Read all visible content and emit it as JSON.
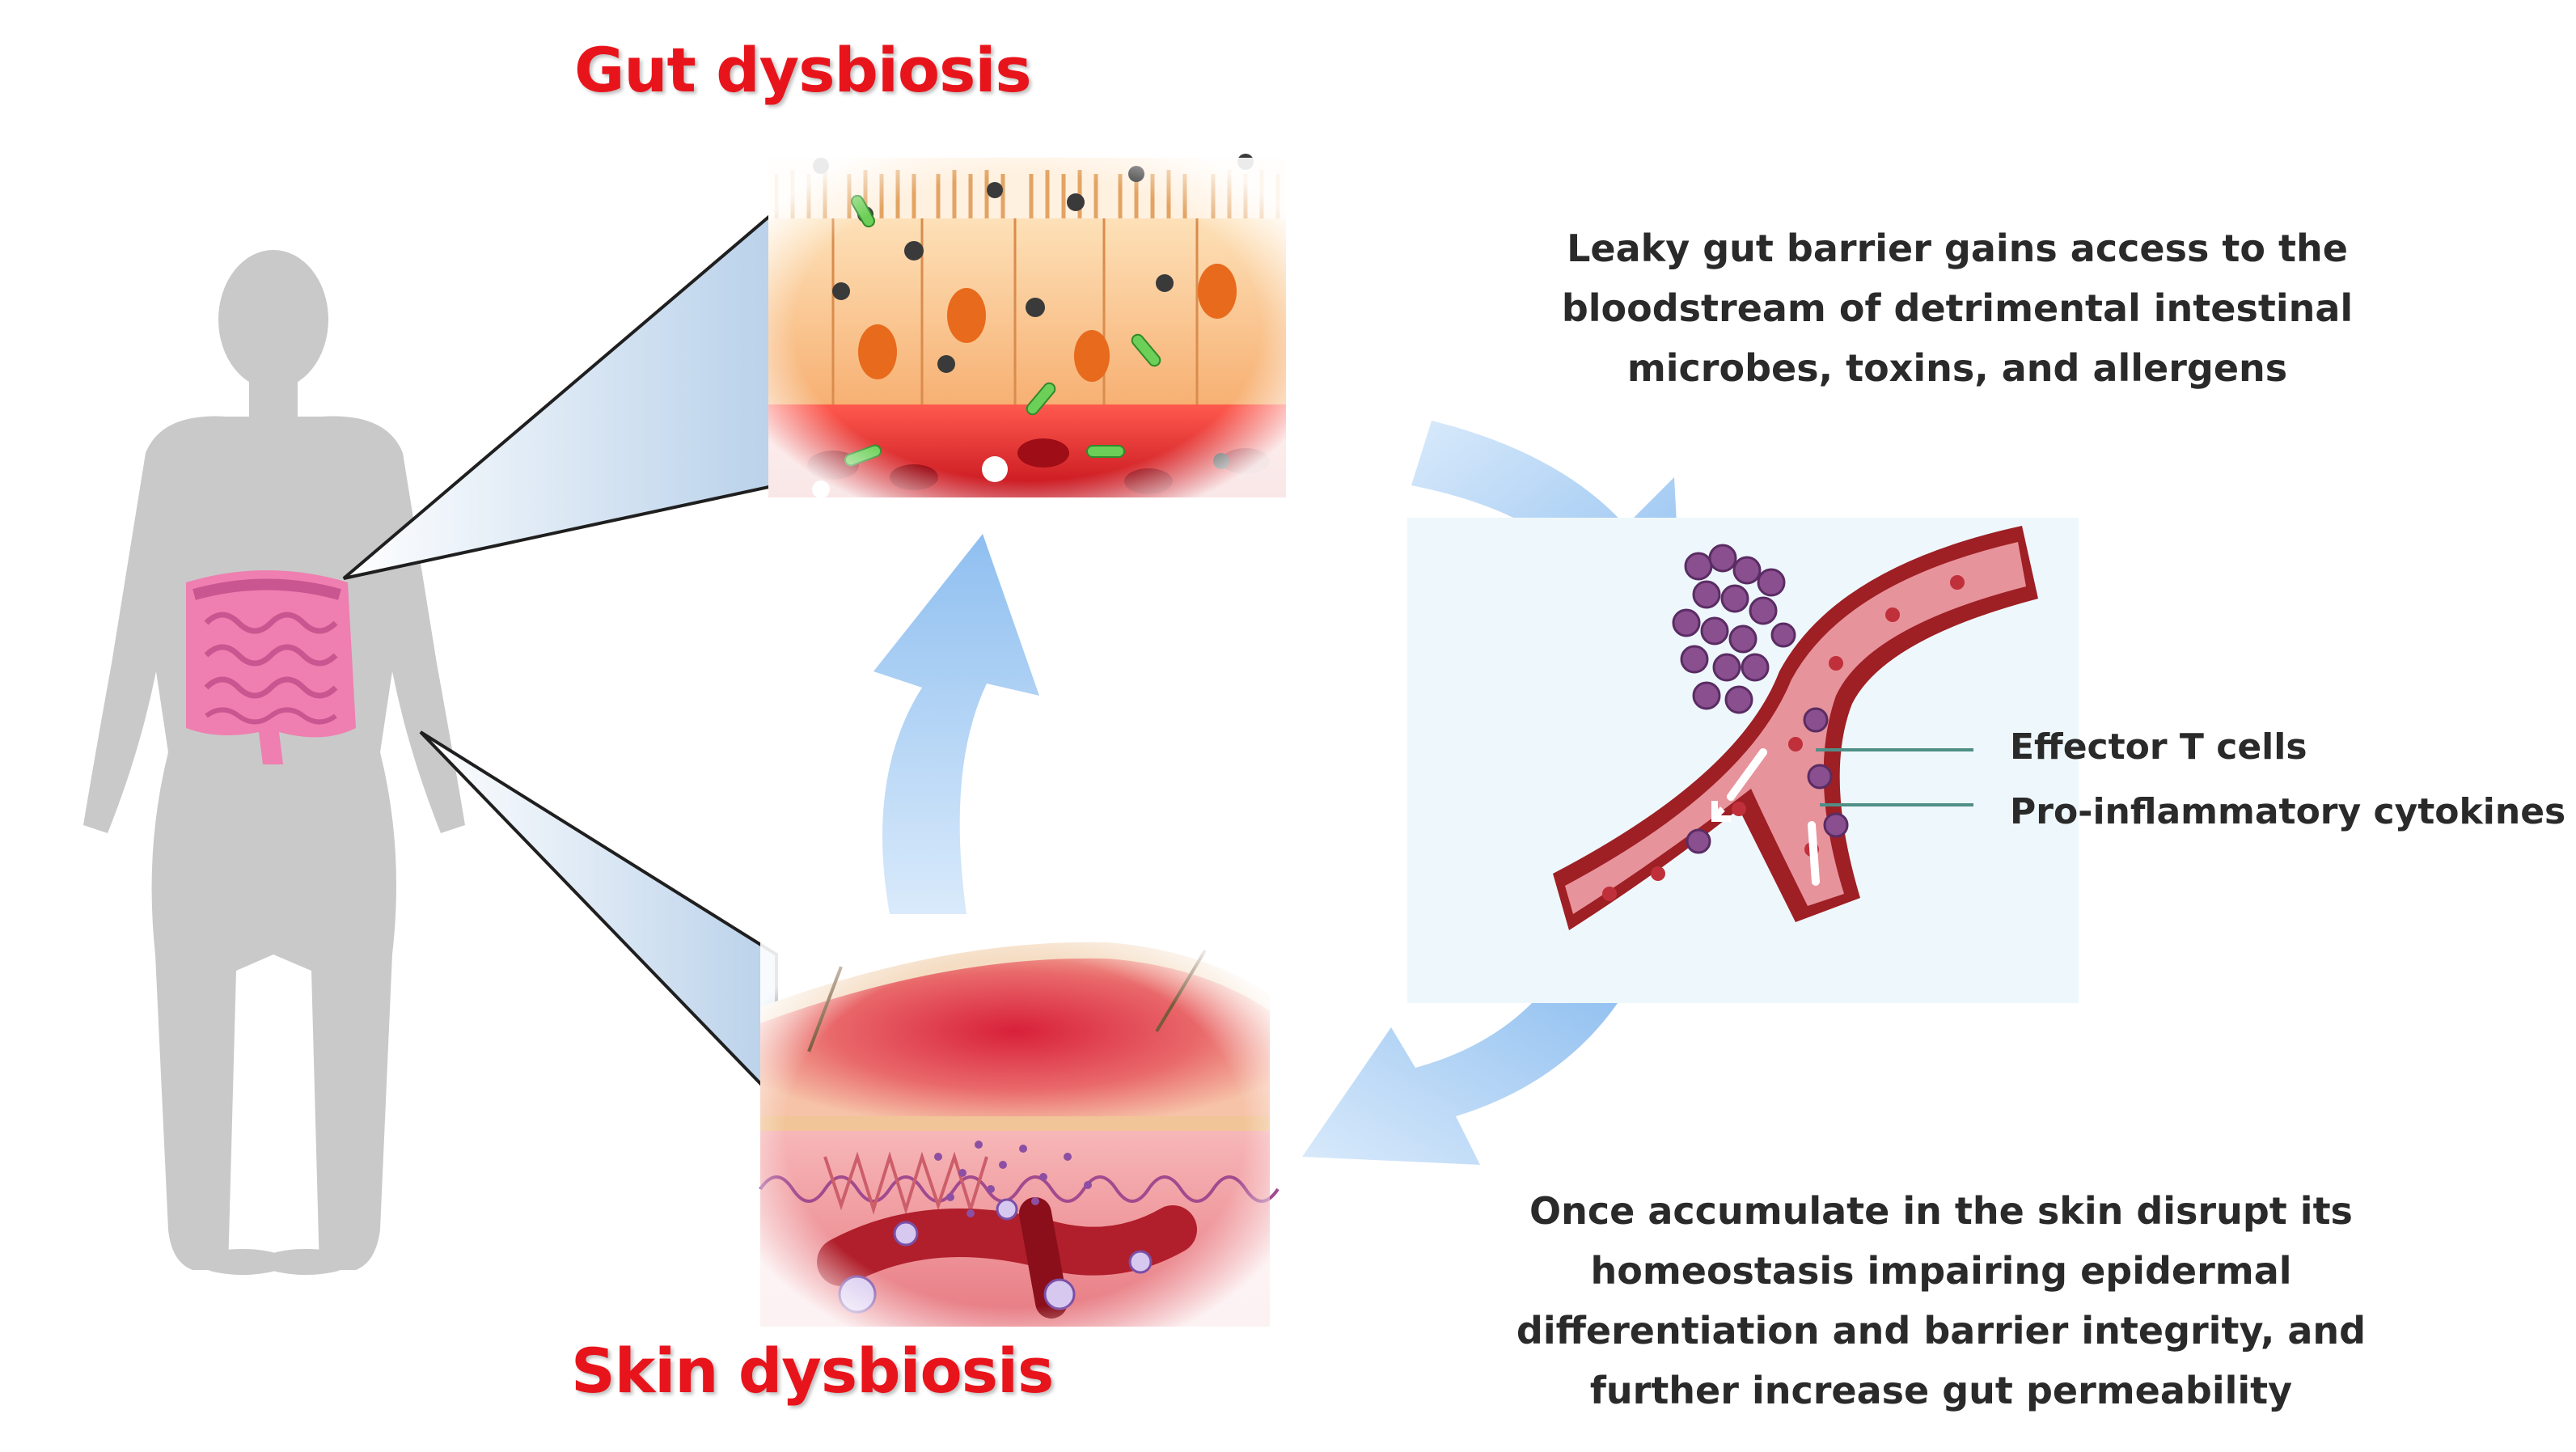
{
  "titles": {
    "gut": "Gut dysbiosis",
    "skin": "Skin dysbiosis"
  },
  "captions": {
    "leaky_gut": [
      "Leaky gut barrier gains access to the",
      "bloodstream of detrimental intestinal",
      "microbes, toxins, and allergens"
    ],
    "skin_effect": [
      "Once accumulate in the skin disrupt its",
      "homeostasis impairing epidermal",
      "differentiation and barrier integrity, and",
      "further increase gut permeability"
    ]
  },
  "legend": {
    "effector_t_cells": "Effector T cells",
    "cytokines": "Pro-inflammatory cytokines"
  },
  "colors": {
    "title_red": "#e8141c",
    "arrow_blue": "#9cc6ee",
    "body_gray": "#c9c9c9",
    "intestine_pink": "#ef7fb0",
    "vessel_pink": "#e7939b",
    "vessel_wall": "#9e1f24",
    "cell_purple": "#8a4f8f",
    "leader_teal": "#4f8f86"
  }
}
